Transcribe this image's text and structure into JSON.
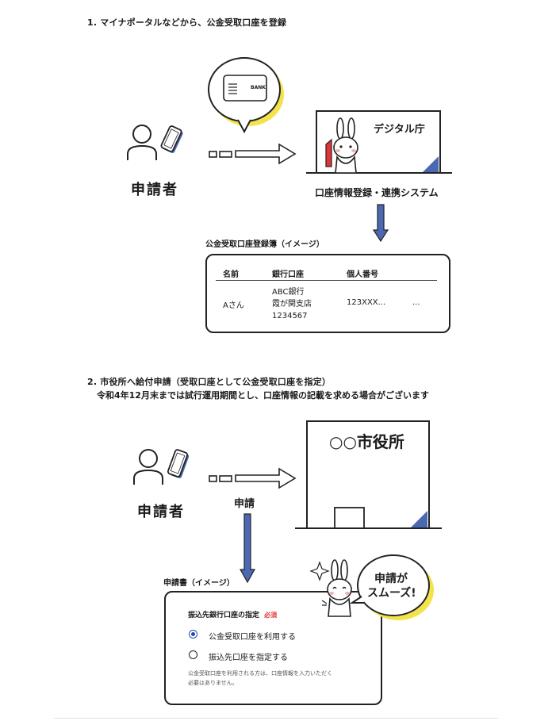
{
  "colors": {
    "accent_blue": "#4b68b3",
    "highlight_yellow": "#f2e24b",
    "required_red": "#e23434"
  },
  "step1": {
    "title": "1. マイナポータルなどから、公金受取口座を登録",
    "card_text": "BANK",
    "applicant": "申請者",
    "agency": "デジタル庁",
    "system": "口座情報登録・連携システム",
    "registry_caption": "公金受取口座登録簿（イメージ）",
    "table": {
      "headers": [
        "名前",
        "銀行口座",
        "個人番号"
      ],
      "row": {
        "name": "Aさん",
        "account": [
          "ABC銀行",
          "霞が関支店",
          "1234567"
        ],
        "number": "123XXX...",
        "more": "..."
      }
    }
  },
  "step2": {
    "title": "2. 市役所へ給付申請（受取口座として公金受取口座を指定）",
    "note": "令和4年12月末までは試行運用期間とし、口座情報の記載を求める場合がございます",
    "applicant": "申請者",
    "arrow_label": "申請",
    "city_office": "○○市役所",
    "form_caption": "申請書（イメージ）",
    "bubble_line1": "申請が",
    "bubble_line2": "スムーズ!",
    "form": {
      "field_label": "振込先銀行口座の指定",
      "required": "必須",
      "option1": "公金受取口座を利用する",
      "option2": "振込先口座を指定する",
      "help_line1": "公金受取口座を利用される方は、口座情報を入力いただく",
      "help_line2": "必要はありません。"
    }
  }
}
